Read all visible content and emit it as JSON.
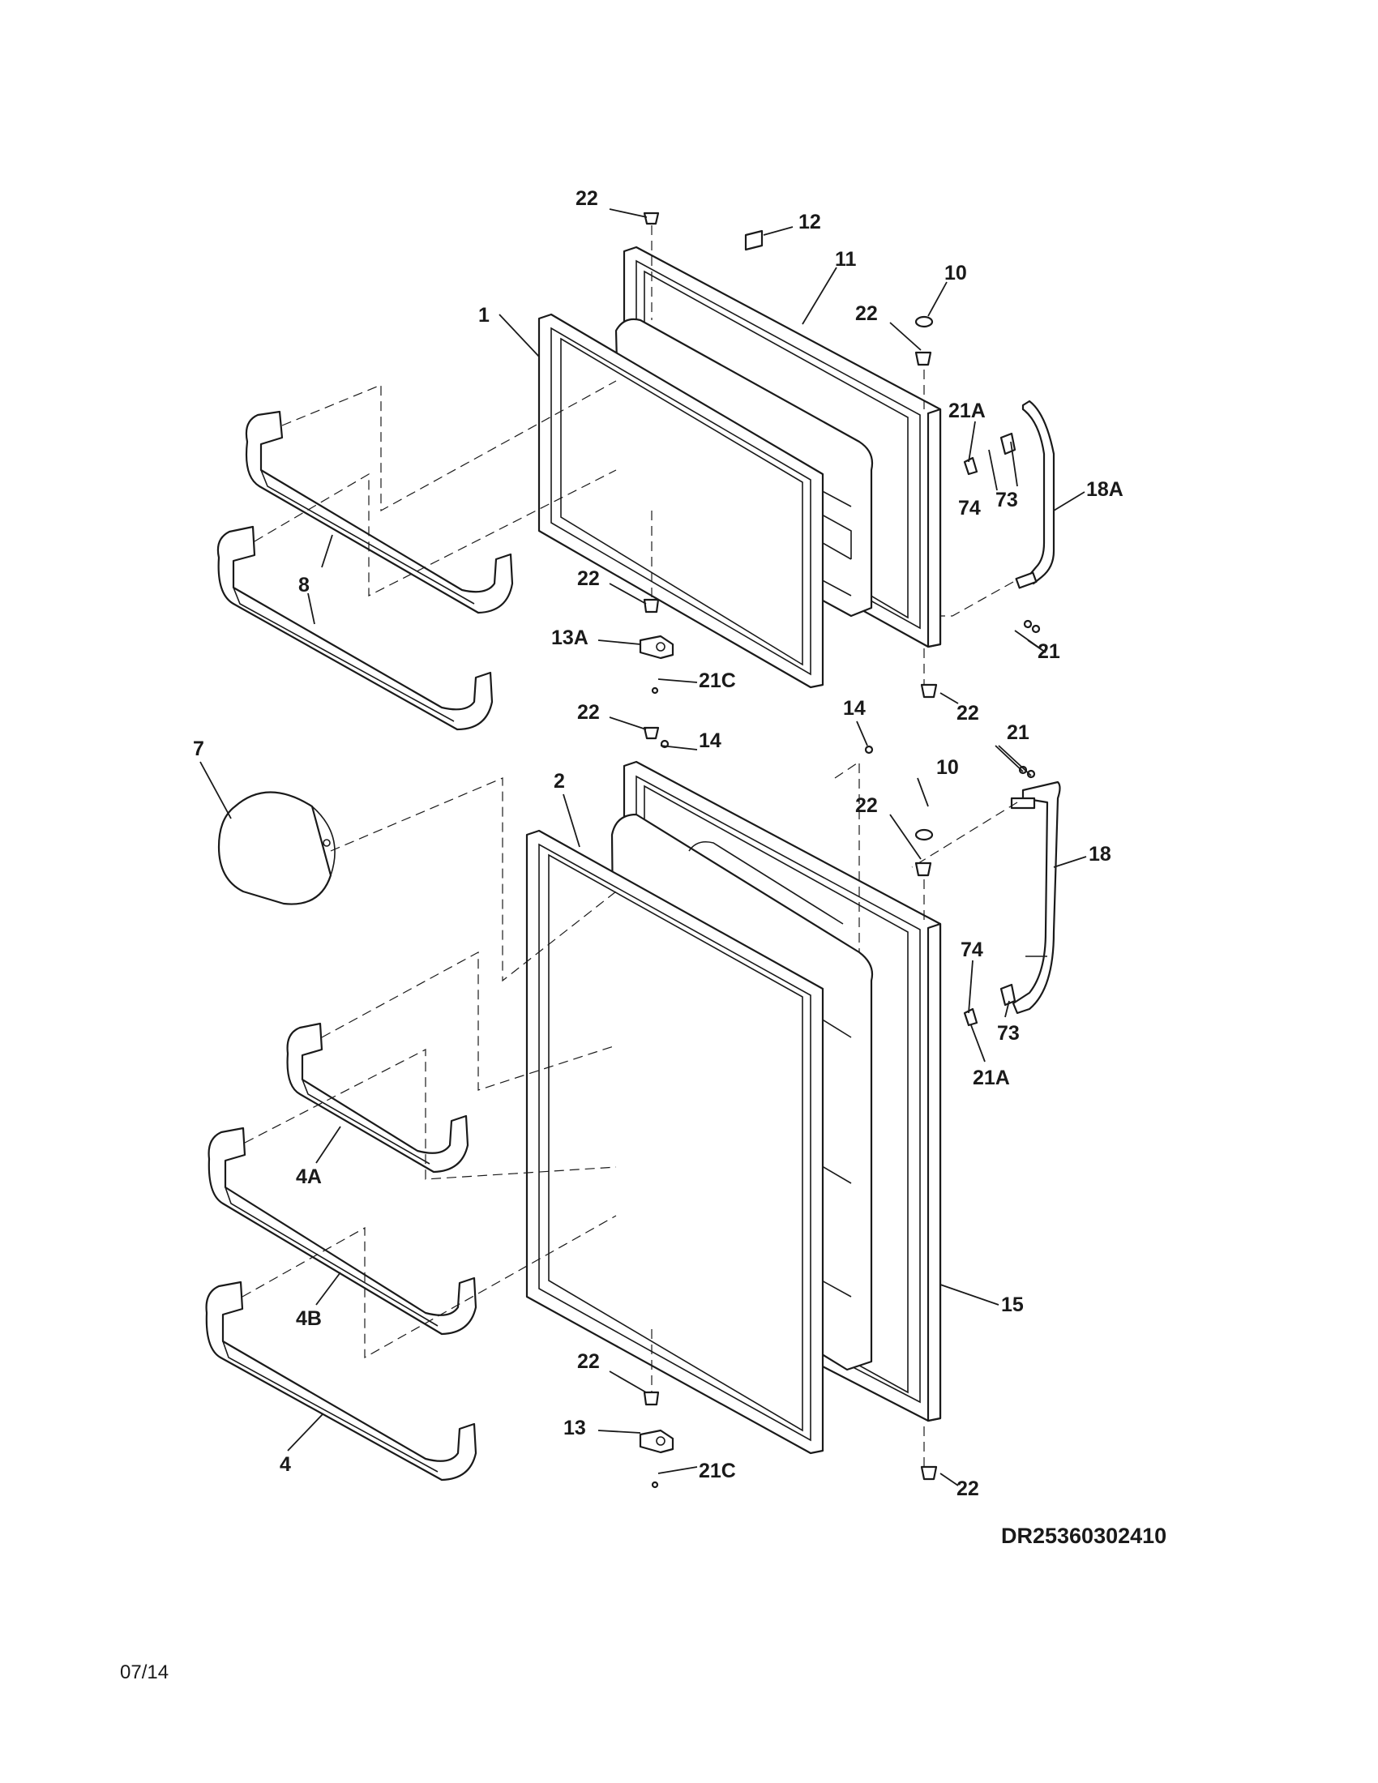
{
  "diagram": {
    "drawing_id": "DR25360302410",
    "date": "07/14",
    "callouts": {
      "c1": "1",
      "c2": "2",
      "c4": "4",
      "c4a": "4A",
      "c4b": "4B",
      "c7": "7",
      "c8": "8",
      "c10_top": "10",
      "c10_bot": "10",
      "c11": "11",
      "c12": "12",
      "c13": "13",
      "c13a": "13A",
      "c14_a": "14",
      "c14_b": "14",
      "c15": "15",
      "c18": "18",
      "c18a": "18A",
      "c21_top": "21",
      "c21_bot": "21",
      "c21a_top": "21A",
      "c21a_bot": "21A",
      "c21c_top": "21C",
      "c21c_bot": "21C",
      "c22_1": "22",
      "c22_2": "22",
      "c22_3": "22",
      "c22_4": "22",
      "c22_5": "22",
      "c22_6": "22",
      "c22_7": "22",
      "c22_8": "22",
      "c73_top": "73",
      "c73_bot": "73",
      "c74_top": "74",
      "c74_bot": "74"
    }
  }
}
